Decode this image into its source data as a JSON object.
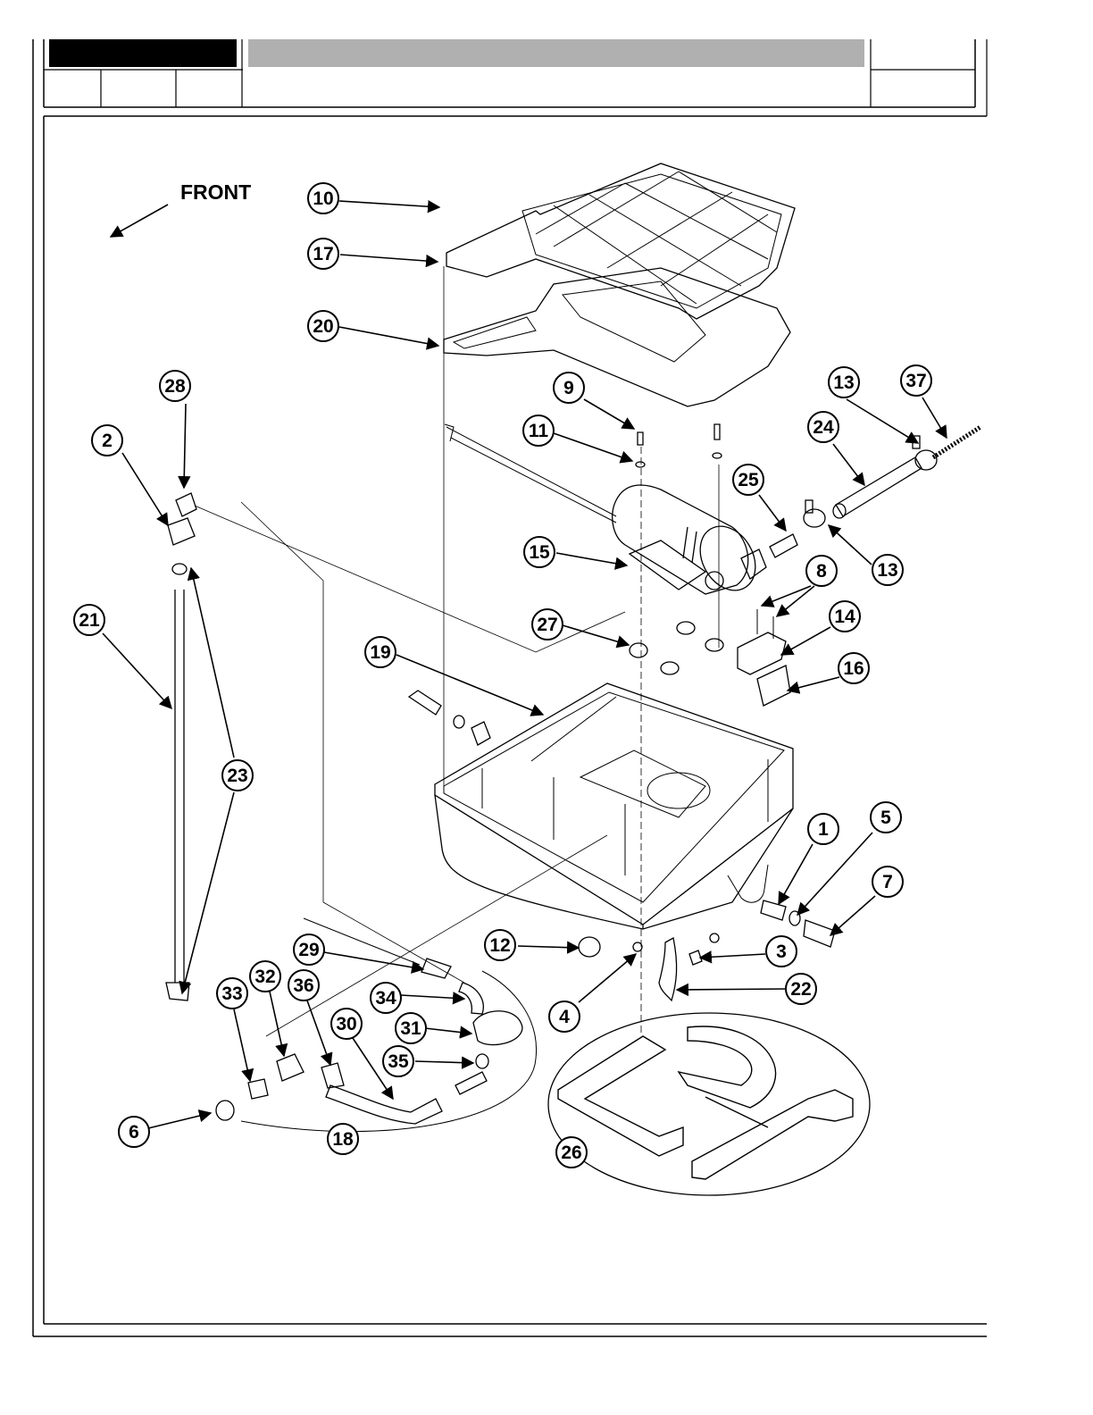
{
  "front_label": "FRONT",
  "callouts": [
    {
      "num": "1"
    },
    {
      "num": "2"
    },
    {
      "num": "3"
    },
    {
      "num": "4"
    },
    {
      "num": "5"
    },
    {
      "num": "6"
    },
    {
      "num": "7"
    },
    {
      "num": "8"
    },
    {
      "num": "9"
    },
    {
      "num": "10"
    },
    {
      "num": "11"
    },
    {
      "num": "12"
    },
    {
      "num": "13"
    },
    {
      "num": "13"
    },
    {
      "num": "14"
    },
    {
      "num": "15"
    },
    {
      "num": "16"
    },
    {
      "num": "17"
    },
    {
      "num": "18"
    },
    {
      "num": "19"
    },
    {
      "num": "20"
    },
    {
      "num": "21"
    },
    {
      "num": "22"
    },
    {
      "num": "23"
    },
    {
      "num": "24"
    },
    {
      "num": "25"
    },
    {
      "num": "26"
    },
    {
      "num": "27"
    },
    {
      "num": "28"
    },
    {
      "num": "29"
    },
    {
      "num": "30"
    },
    {
      "num": "31"
    },
    {
      "num": "32"
    },
    {
      "num": "33"
    },
    {
      "num": "34"
    },
    {
      "num": "35"
    },
    {
      "num": "36"
    },
    {
      "num": "37"
    }
  ]
}
